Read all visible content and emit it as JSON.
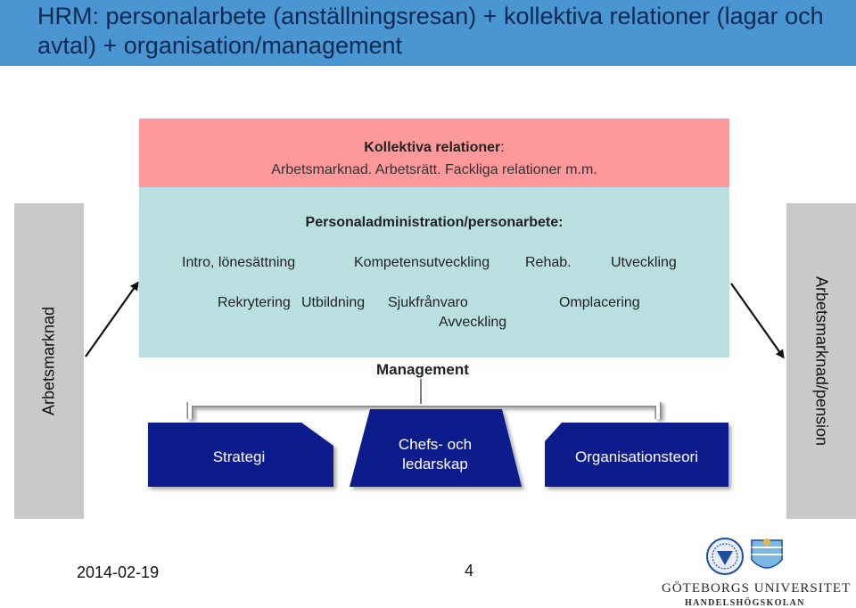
{
  "title": "HRM: personalarbete (anställningsresan) + kollektiva relationer (lagar och avtal)  + organisation/management",
  "colors": {
    "title_band": "#4a96d2",
    "title_text": "#0d2a52",
    "kollektiva_box": "#fd999a",
    "personal_box": "#b9dfe1",
    "side_bar": "#c9c9c9",
    "navy_box": "#0c1a8c"
  },
  "side_labels": {
    "left": "Arbetsmarknad",
    "right": "Arbetsmarknad/pension"
  },
  "kollektiva": {
    "heading": "Kollektiva relationer",
    "colon": ":",
    "items": "Arbetsmarknad. Arbetsrätt. Fackliga relationer m.m."
  },
  "personal": {
    "heading": "Personaladministration/personarbete:",
    "row1": [
      "Intro, lönesättning",
      "Kompetensutveckling",
      "Rehab.",
      "Utveckling"
    ],
    "row2": [
      "Rekrytering",
      "Utbildning",
      "Sjukfrånvaro",
      "Omplacering"
    ],
    "row3": "Avveckling"
  },
  "management": {
    "heading": "Management",
    "boxes": [
      "Strategi",
      "Chefs- och\nledarskap",
      "Organisationsteori"
    ]
  },
  "footer": {
    "date": "2014-02-19",
    "page_number": "4",
    "university": "GÖTEBORGS UNIVERSITET",
    "school": "HANDELSHÖGSKOLAN"
  }
}
